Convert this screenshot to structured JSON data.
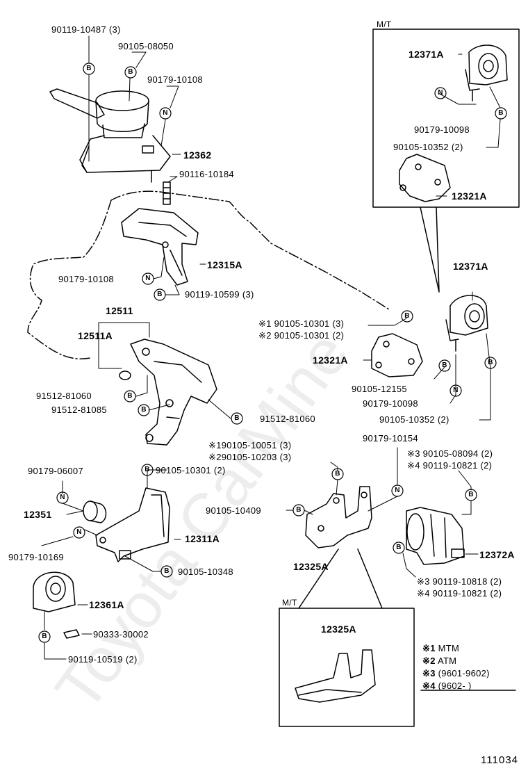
{
  "watermark": "Toyota CarMine",
  "figure_number": "111034",
  "boxes": {
    "top_right_tag": "M/T",
    "bottom_tag": "M/T"
  },
  "circle_letters": {
    "b": "B",
    "n": "N"
  },
  "labels": [
    {
      "id": "l01",
      "text": "90119-10487 (3)"
    },
    {
      "id": "l02",
      "text": "90105-08050"
    },
    {
      "id": "l03",
      "text": "90179-10108"
    },
    {
      "id": "l04",
      "text": "12362"
    },
    {
      "id": "l05",
      "text": "90116-10184"
    },
    {
      "id": "l06",
      "text": "12315A"
    },
    {
      "id": "l07",
      "text": "90179-10108"
    },
    {
      "id": "l08",
      "text": "90119-10599 (3)"
    },
    {
      "id": "l09",
      "text": "12511"
    },
    {
      "id": "l10",
      "text": "12511A"
    },
    {
      "id": "l11",
      "text": "91512-81060"
    },
    {
      "id": "l12",
      "text": "91512-81085"
    },
    {
      "id": "l13",
      "text": "91512-81060"
    },
    {
      "id": "l14",
      "text": "12371A"
    },
    {
      "id": "l15",
      "text": "90179-10098"
    },
    {
      "id": "l16",
      "text": "90105-10352 (2)"
    },
    {
      "id": "l17",
      "text": "12321A"
    },
    {
      "id": "l18",
      "text": "12371A"
    },
    {
      "id": "l19",
      "text": "※1 90105-10301 (3)"
    },
    {
      "id": "l20",
      "text": "※2 90105-10301 (2)"
    },
    {
      "id": "l21",
      "text": "12321A"
    },
    {
      "id": "l22",
      "text": "90105-12155"
    },
    {
      "id": "l23",
      "text": "90179-10098"
    },
    {
      "id": "l24",
      "text": "90105-10352 (2)"
    },
    {
      "id": "l25",
      "text": "※190105-10051 (3)"
    },
    {
      "id": "l26",
      "text": "※290105-10203 (3)"
    },
    {
      "id": "l27",
      "text": "90179-10154"
    },
    {
      "id": "l28",
      "text": "※3 90105-08094 (2)"
    },
    {
      "id": "l29",
      "text": "※4 90119-10821 (2)"
    },
    {
      "id": "l30",
      "text": "90179-06007"
    },
    {
      "id": "l31",
      "text": "90105-10301 (2)"
    },
    {
      "id": "l32",
      "text": "12351"
    },
    {
      "id": "l33",
      "text": "12311A"
    },
    {
      "id": "l34",
      "text": "90179-10169"
    },
    {
      "id": "l35",
      "text": "90105-10348"
    },
    {
      "id": "l36",
      "text": "90105-10409"
    },
    {
      "id": "l37",
      "text": "12325A"
    },
    {
      "id": "l38",
      "text": "12372A"
    },
    {
      "id": "l39",
      "text": "※3 90119-10818 (2)"
    },
    {
      "id": "l40",
      "text": "※4 90119-10821 (2)"
    },
    {
      "id": "l41",
      "text": "12361A"
    },
    {
      "id": "l42",
      "text": "90333-30002"
    },
    {
      "id": "l43",
      "text": "90119-10519 (2)"
    },
    {
      "id": "l44",
      "text": "12325A"
    }
  ],
  "legend": [
    {
      "mark": "※1",
      "text": "MTM"
    },
    {
      "mark": "※2",
      "text": "ATM"
    },
    {
      "mark": "※3",
      "text": "(9601-9602)"
    },
    {
      "mark": "※4",
      "text": "(9602-        )"
    }
  ]
}
